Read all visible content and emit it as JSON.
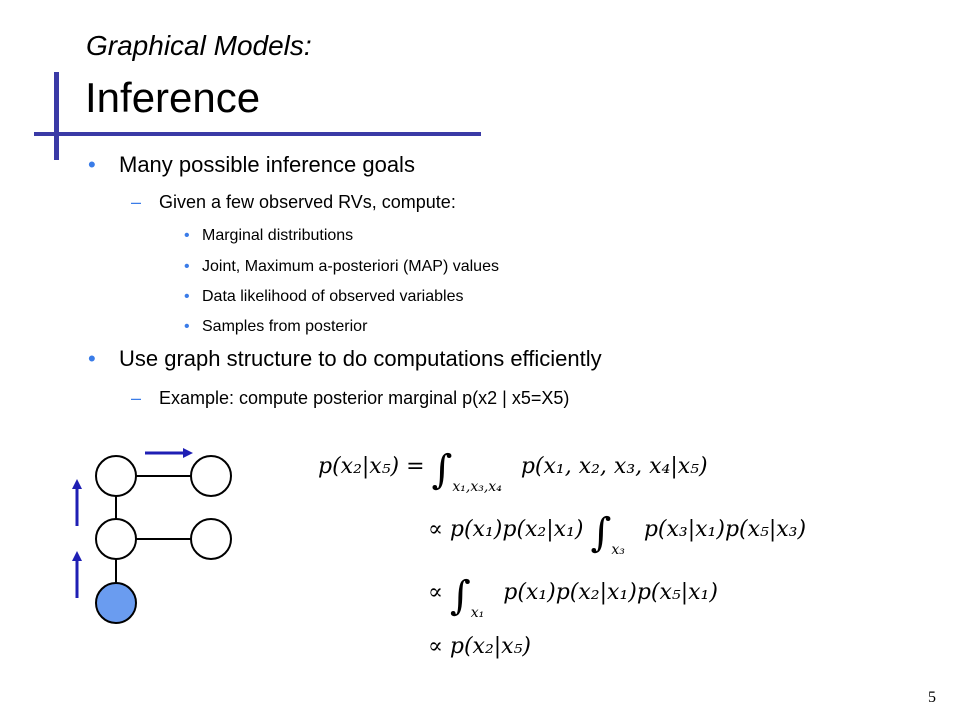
{
  "slide": {
    "title_line1": "Graphical Models:",
    "title_line2": "Inference",
    "page_number": "5"
  },
  "bullets": [
    {
      "level": 1,
      "text": "Many possible inference goals"
    },
    {
      "level": 2,
      "text": "Given a few observed RVs, compute:"
    },
    {
      "level": 3,
      "text": "Marginal distributions"
    },
    {
      "level": 3,
      "text": "Joint, Maximum a-posteriori (MAP) values"
    },
    {
      "level": 3,
      "text": "Data likelihood of observed variables"
    },
    {
      "level": 3,
      "text": "Samples from posterior"
    },
    {
      "level": 1,
      "text": "Use graph structure to do computations efficiently"
    },
    {
      "level": 2,
      "text": "Example: compute posterior marginal p(x2 | x5=X5)"
    }
  ],
  "bullet_marks": {
    "level1": "•",
    "level2": "–",
    "level3": "•"
  },
  "colors": {
    "accent": "#3a3aa6",
    "bullet": "#3a7ce8",
    "observed_node": "#6a9cf0",
    "arrow": "#1f1fb4"
  },
  "equations": {
    "line1_lhs": "p(x₂|x₅) =",
    "line1_int_sub": "x₁,x₃,x₄",
    "line1_rhs": "p(x₁, x₂, x₃, x₄|x₅)",
    "line2_pre": "∝ p(x₁)p(x₂|x₁)",
    "line2_int_sub": "x₃",
    "line2_rhs": "p(x₃|x₁)p(x₅|x₃)",
    "line3_pre": "∝",
    "line3_int_sub": "x₁",
    "line3_rhs": "p(x₁)p(x₂|x₁)p(x₅|x₁)",
    "line4": "∝ p(x₂|x₅)"
  }
}
